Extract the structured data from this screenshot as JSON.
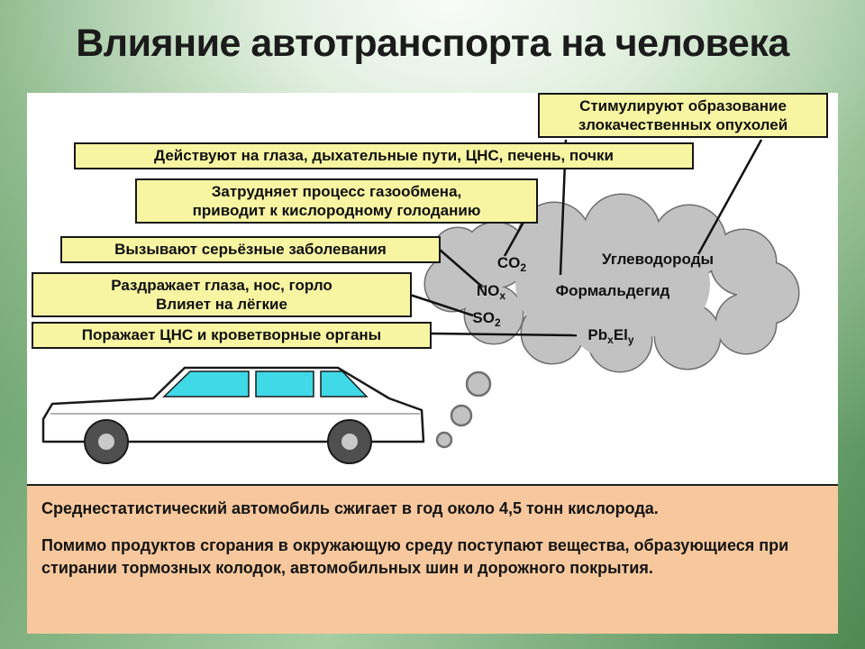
{
  "title": "Влияние автотранспорта на человека",
  "labels": {
    "tumors": "Стимулируют образование злокачественных опухолей",
    "organs": "Действуют на глаза, дыхательные пути, ЦНС, печень, почки",
    "gas_line1": "Затрудняет процесс газообмена,",
    "gas_line2": "приводит к кислородному голоданию",
    "diseases": "Вызывают серьёзные заболевания",
    "irritation_line1": "Раздражает глаза, нос, горло",
    "irritation_line2": "Влияет на лёгкие",
    "cns": "Поражает ЦНС и кроветворные органы"
  },
  "chemicals": {
    "co2": {
      "base": "CO",
      "sub": "2"
    },
    "hydrocarbons": {
      "base": "Углеводороды"
    },
    "nox": {
      "base": "NO",
      "sub": "x"
    },
    "formaldehyde": {
      "base": "Формальдегид"
    },
    "so2": {
      "base": "SO",
      "sub": "2"
    },
    "lead": {
      "base": "Pb",
      "sub": "x",
      "base2": "El",
      "sub2": "y"
    }
  },
  "footer": {
    "paragraph1": "Среднестатистический автомобиль сжигает в год около 4,5 тонн кислорода.",
    "paragraph2": "Помимо продуктов сгорания в окружающую среду поступают вещества, образующиеся при стирании тормозных колодок, автомобильных шин и дорожного покрытия."
  },
  "colors": {
    "label_bg": "#f8f5a2",
    "footer_bg": "#f7c89d",
    "cloud": "#c2c2c2",
    "car_window": "#3fd9e8",
    "background_green": "#4e8a52"
  }
}
